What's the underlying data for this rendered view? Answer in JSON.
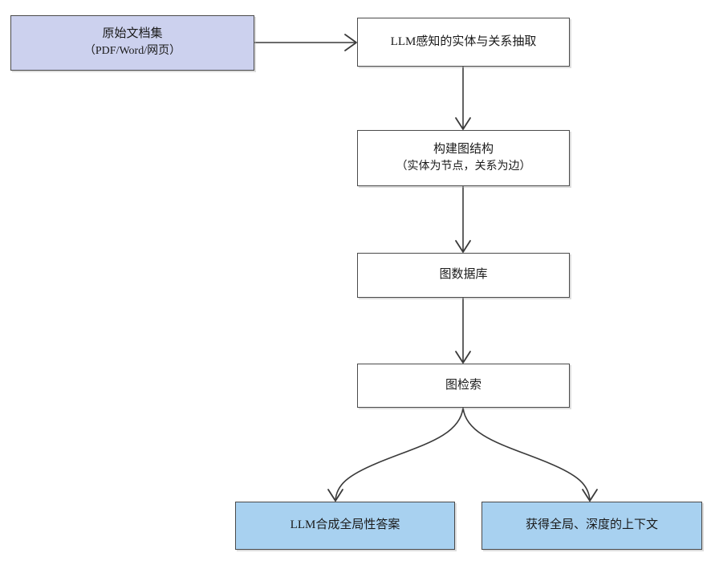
{
  "diagram": {
    "type": "flowchart",
    "orientation": "top-to-bottom",
    "background_color": "#ffffff",
    "colors": {
      "source_fill": "#ccd1ee",
      "process_fill": "#ffffff",
      "output_fill": "#a8d1f0",
      "border": "#4a4a4a",
      "edge": "#3a3a3a",
      "text": "#1a1a1a"
    },
    "nodes": [
      {
        "id": "source",
        "role": "source",
        "title": "原始文档集",
        "subtitle": "（PDF/Word/网页）"
      },
      {
        "id": "extract",
        "role": "process",
        "title": "LLM感知的实体与关系抽取",
        "subtitle": ""
      },
      {
        "id": "build_graph",
        "role": "process",
        "title": "构建图结构",
        "subtitle": "（实体为节点，关系为边）"
      },
      {
        "id": "graph_db",
        "role": "process",
        "title": "图数据库",
        "subtitle": ""
      },
      {
        "id": "graph_search",
        "role": "process",
        "title": "图检索",
        "subtitle": ""
      },
      {
        "id": "llm_answer",
        "role": "output",
        "title": "LLM合成全局性答案",
        "subtitle": ""
      },
      {
        "id": "context",
        "role": "output",
        "title": "获得全局、深度的上下文",
        "subtitle": ""
      }
    ],
    "edges": [
      {
        "id": "e1",
        "from": "source",
        "to": "extract",
        "style": "straight-horizontal",
        "arrowhead": "open-v",
        "label": ""
      },
      {
        "id": "e2",
        "from": "extract",
        "to": "build_graph",
        "style": "straight-vertical",
        "arrowhead": "open-v",
        "label": ""
      },
      {
        "id": "e3",
        "from": "build_graph",
        "to": "graph_db",
        "style": "straight-vertical",
        "arrowhead": "open-v",
        "label": ""
      },
      {
        "id": "e4",
        "from": "graph_db",
        "to": "graph_search",
        "style": "straight-vertical",
        "arrowhead": "open-v",
        "label": ""
      },
      {
        "id": "e5",
        "from": "graph_search",
        "to": "llm_answer",
        "style": "curved-branch-left",
        "arrowhead": "open-v",
        "label": ""
      },
      {
        "id": "e6",
        "from": "graph_search",
        "to": "context",
        "style": "curved-branch-right",
        "arrowhead": "open-v",
        "label": ""
      }
    ]
  }
}
